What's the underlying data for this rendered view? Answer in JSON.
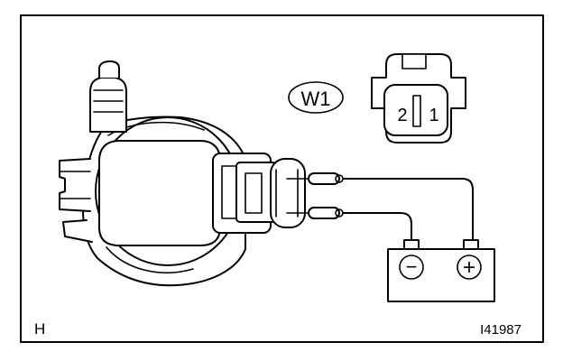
{
  "diagram": {
    "connector_label": "W1",
    "pin_left": "2",
    "pin_right": "1",
    "battery_negative": "−",
    "battery_positive": "+",
    "corner_letter": "H",
    "figure_code": "I41987"
  }
}
